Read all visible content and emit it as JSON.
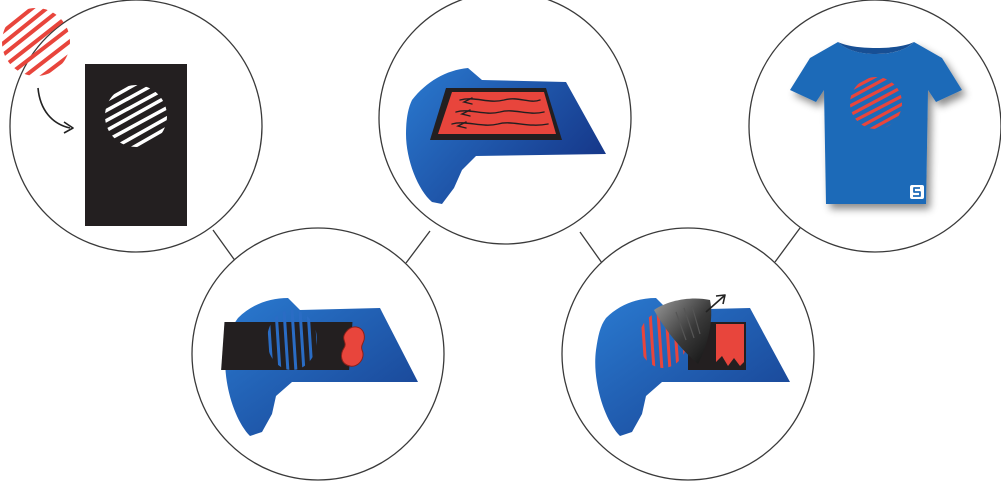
{
  "diagram": {
    "steps": [
      {
        "id": "create-stencil",
        "icon": "stencil-cutout-icon"
      },
      {
        "id": "apply-ink",
        "icon": "ink-dab-icon"
      },
      {
        "id": "spread-ink",
        "icon": "squeegee-spread-icon"
      },
      {
        "id": "peel-stencil",
        "icon": "peel-arrow-icon"
      },
      {
        "id": "finished-shirt",
        "icon": "tshirt-icon"
      }
    ]
  },
  "colors": {
    "shirt_blue": "#1f6bb8",
    "shirt_blue_dark": "#163f8c",
    "ink_red": "#e8453c",
    "stencil_black": "#231f20",
    "circle_stroke": "#3a3a3a",
    "print_blue": "#2a6cc4"
  }
}
